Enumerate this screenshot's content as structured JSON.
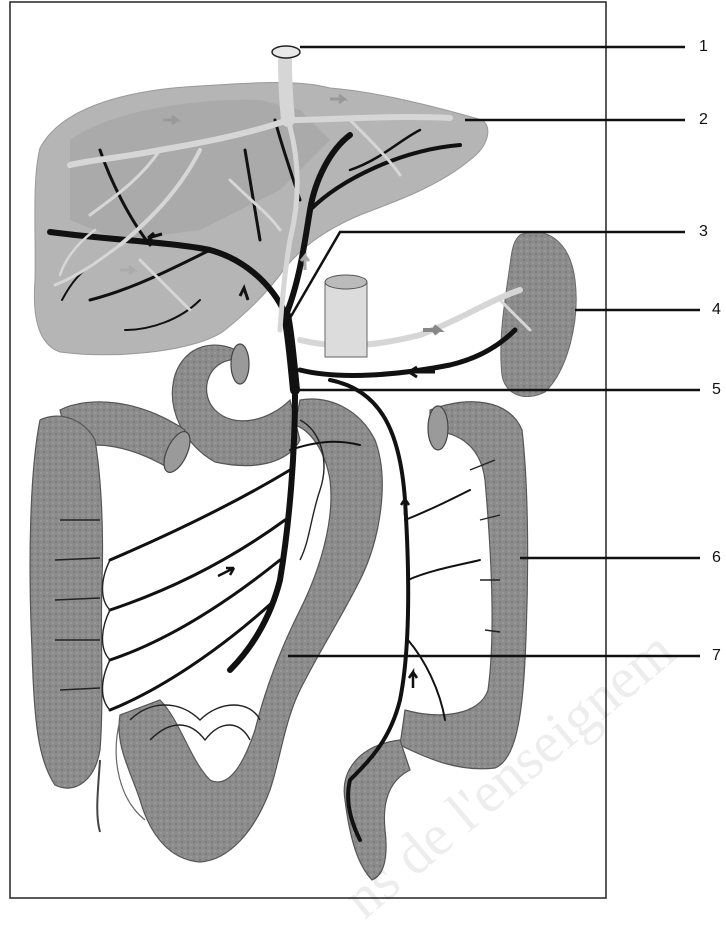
{
  "labels": [
    {
      "num": "1"
    },
    {
      "num": "2"
    },
    {
      "num": "3"
    },
    {
      "num": "4"
    },
    {
      "num": "5"
    },
    {
      "num": "6"
    },
    {
      "num": "7"
    }
  ],
  "watermark": "ns de l'enseignem",
  "colors": {
    "organ": "#8f8f8f",
    "liver": "#b2b2b2",
    "vein": "#111111",
    "artery": "#d0d0d0",
    "frame": "#222222"
  }
}
